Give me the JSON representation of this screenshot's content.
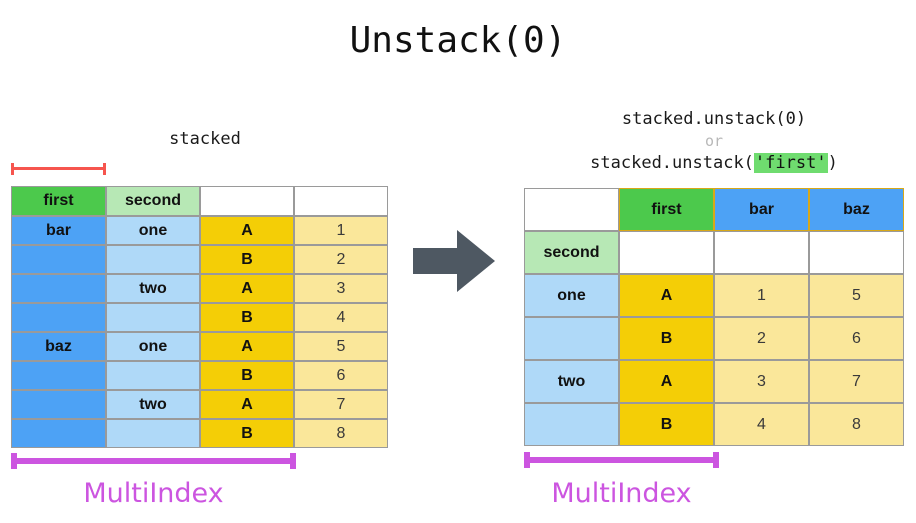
{
  "title": "Unstack(0)",
  "left": {
    "caption": "stacked",
    "columns": [
      "first",
      "second",
      "",
      ""
    ],
    "rows": [
      {
        "first": "bar",
        "second": "one",
        "letter": "A",
        "value": "1"
      },
      {
        "first": "",
        "second": "",
        "letter": "B",
        "value": "2"
      },
      {
        "first": "",
        "second": "two",
        "letter": "A",
        "value": "3"
      },
      {
        "first": "",
        "second": "",
        "letter": "B",
        "value": "4"
      },
      {
        "first": "baz",
        "second": "one",
        "letter": "A",
        "value": "5"
      },
      {
        "first": "",
        "second": "",
        "letter": "B",
        "value": "6"
      },
      {
        "first": "",
        "second": "two",
        "letter": "A",
        "value": "7"
      },
      {
        "first": "",
        "second": "",
        "letter": "B",
        "value": "8"
      }
    ],
    "multiindex_label": "MultiIndex"
  },
  "right": {
    "caption_line1": "stacked.unstack(0)",
    "caption_or": "or",
    "caption_line3_pre": "stacked.unstack(",
    "caption_line3_hl": "'first'",
    "caption_line3_post": ")",
    "header_row": [
      "",
      "first",
      "bar",
      "baz"
    ],
    "second_row": [
      "second",
      "",
      "",
      ""
    ],
    "rows": [
      {
        "second": "one",
        "letter": "A",
        "bar": "1",
        "baz": "5"
      },
      {
        "second": "",
        "letter": "B",
        "bar": "2",
        "baz": "6"
      },
      {
        "second": "two",
        "letter": "A",
        "bar": "3",
        "baz": "7"
      },
      {
        "second": "",
        "letter": "B",
        "bar": "4",
        "baz": "8"
      }
    ],
    "multiindex_label": "MultiIndex"
  },
  "arrow": {
    "name": "right-arrow",
    "color": "#4E5862"
  },
  "colors": {
    "green": "#4CC94C",
    "light_green": "#B7E8B5",
    "blue": "#4DA2F5",
    "light_blue": "#AFD9F8",
    "gold": "#F4CE06",
    "light_gold": "#FAE79A",
    "red_bracket": "#F6554E",
    "purple_bracket": "#CC55E0",
    "highlight_green": "#6FDC6F"
  }
}
